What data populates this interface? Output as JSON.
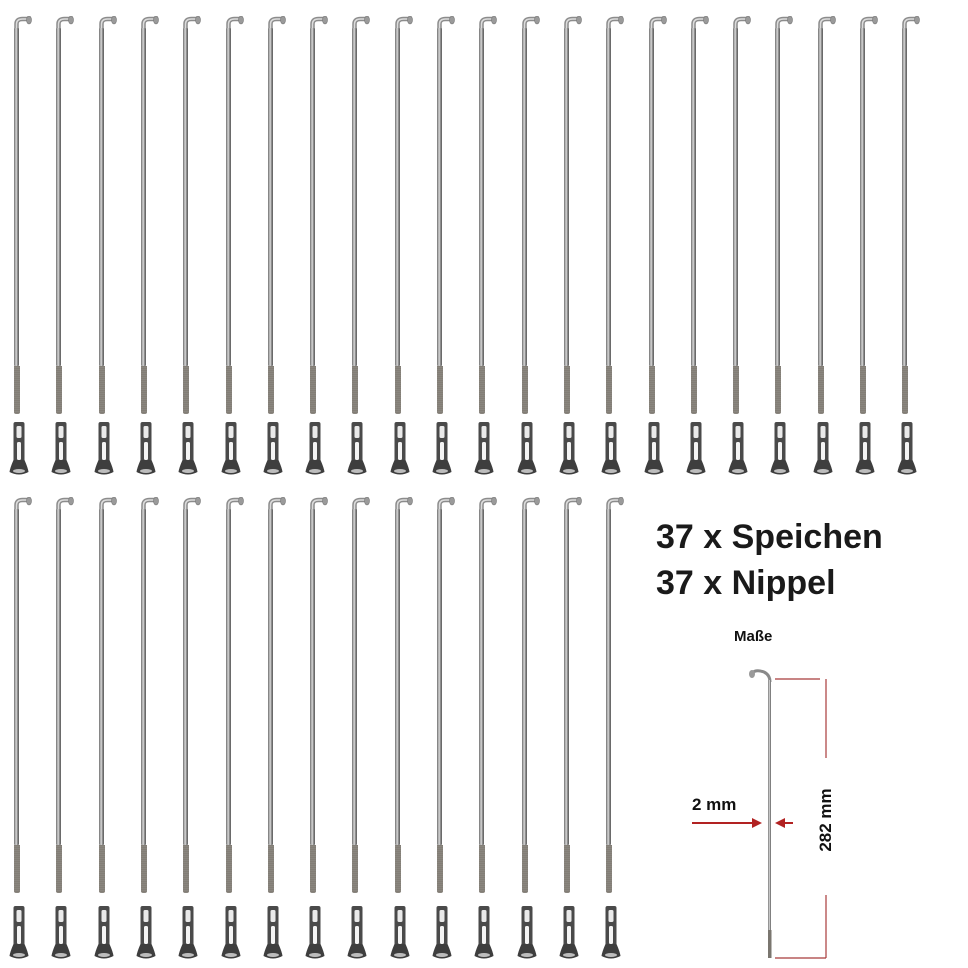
{
  "product": {
    "spokes_count_label": "37 x Speichen",
    "nipples_count_label": "37 x Nippel",
    "dimensions_heading": "Maße",
    "diameter_label": "2 mm",
    "length_label": "282 mm"
  },
  "layout": {
    "top_row_count": 22,
    "bottom_row_count": 15
  },
  "colors": {
    "arrow": "#b22222",
    "dimension_line": "#a83a3a",
    "text": "#1a1a1a"
  }
}
